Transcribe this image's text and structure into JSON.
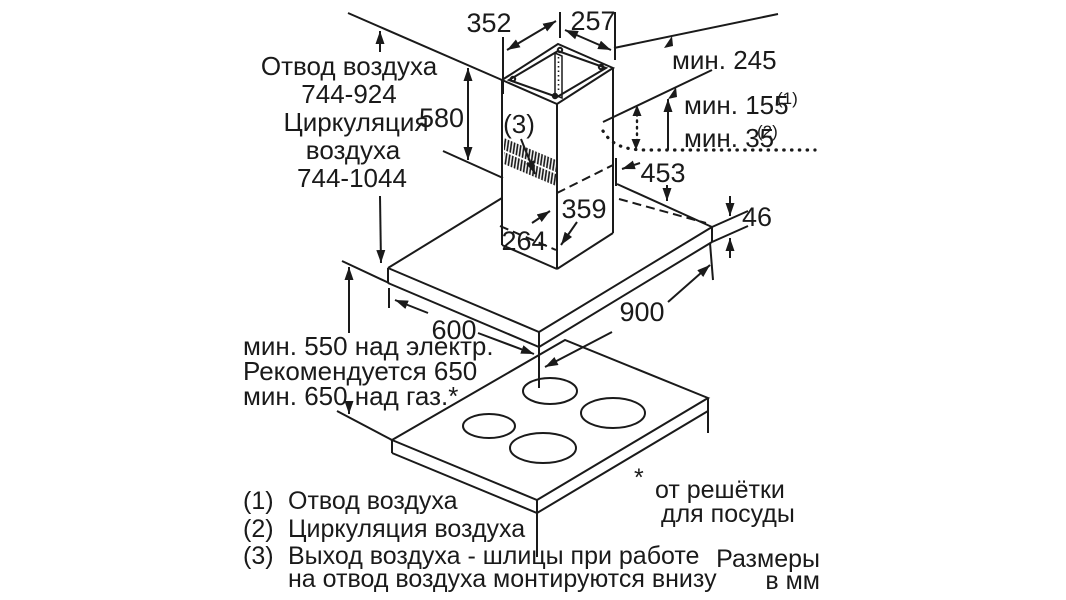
{
  "diagram": {
    "colors": {
      "line": "#1a1a1a",
      "background": "#ffffff"
    },
    "dims": {
      "d352": "352",
      "d257": "257",
      "d580": "580",
      "d453": "453",
      "d359": "359",
      "d264": "264",
      "d46": "46",
      "d900": "900",
      "d600": "600"
    },
    "min_labels": {
      "min245": "мин. 245",
      "min155": "мин. 155",
      "sup1": "(1)",
      "min35": "мин. 35",
      "sup2": "(2)"
    },
    "exhaust_block": {
      "l1": "Отвод воздуха",
      "l2": "744-924",
      "l3": "Циркуляция",
      "l4": "воздуха",
      "l5": "744-1044"
    },
    "height_block": {
      "l1": "мин. 550 над электр.",
      "l2": "Рекомендуется 650",
      "l3": "мин. 650 над газ.*"
    },
    "callout3": "(3)",
    "legend": {
      "items": [
        {
          "num": "(1)",
          "label": "Отвод воздуха"
        },
        {
          "num": "(2)",
          "label": "Циркуляция воздуха"
        },
        {
          "num": "(3)",
          "label": "Выход воздуха - шлицы при работе",
          "label2": "на отвод воздуха монтируются внизу"
        }
      ]
    },
    "footnote": {
      "star": "*",
      "l1": "от решётки",
      "l2": "для посуды"
    },
    "units_note": {
      "l1": "Размеры",
      "l2": "в мм"
    }
  }
}
